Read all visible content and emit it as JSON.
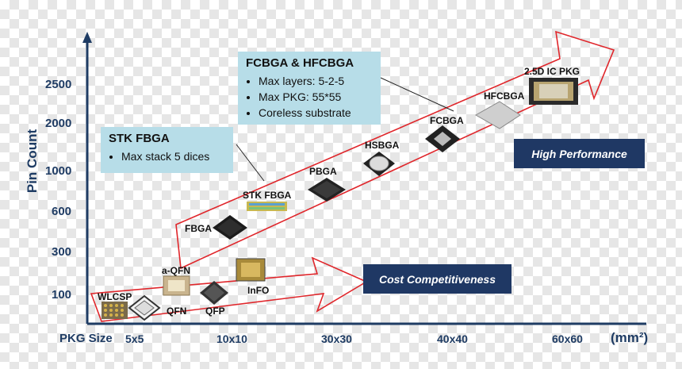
{
  "y_axis": {
    "title": "Pin Count",
    "ticks": [
      "2500",
      "2000",
      "1000",
      "600",
      "300",
      "100"
    ]
  },
  "x_axis": {
    "title": "PKG Size",
    "ticks": [
      "5x5",
      "10x10",
      "30x30",
      "40x40",
      "60x60"
    ],
    "unit": "(mm²)"
  },
  "packages": {
    "wlcsp": "WLCSP",
    "qfn": "QFN",
    "aqfn": "a-QFN",
    "qfp": "QFP",
    "info": "InFO",
    "fbga": "FBGA",
    "stkfbga": "STK FBGA",
    "pbga": "PBGA",
    "hsbga": "HSBGA",
    "fcbga": "FCBGA",
    "hfcbga": "HFCBGA",
    "ic25d": "2.5D IC PKG"
  },
  "callouts": {
    "fcbga": {
      "title": "FCBGA & HFCBGA",
      "items": [
        "Max layers: 5-2-5",
        "Max PKG: 55*55",
        "Coreless substrate"
      ]
    },
    "stk": {
      "title": "STK FBGA",
      "items": [
        "Max stack 5 dices"
      ]
    }
  },
  "badges": {
    "high": "High Performance",
    "cost": "Cost Competitiveness"
  },
  "colors": {
    "navy": "#1f3864",
    "axis_blue": "#1f3c64",
    "arrow_red": "#e0262b",
    "callout_bg": "#b7dde8"
  }
}
